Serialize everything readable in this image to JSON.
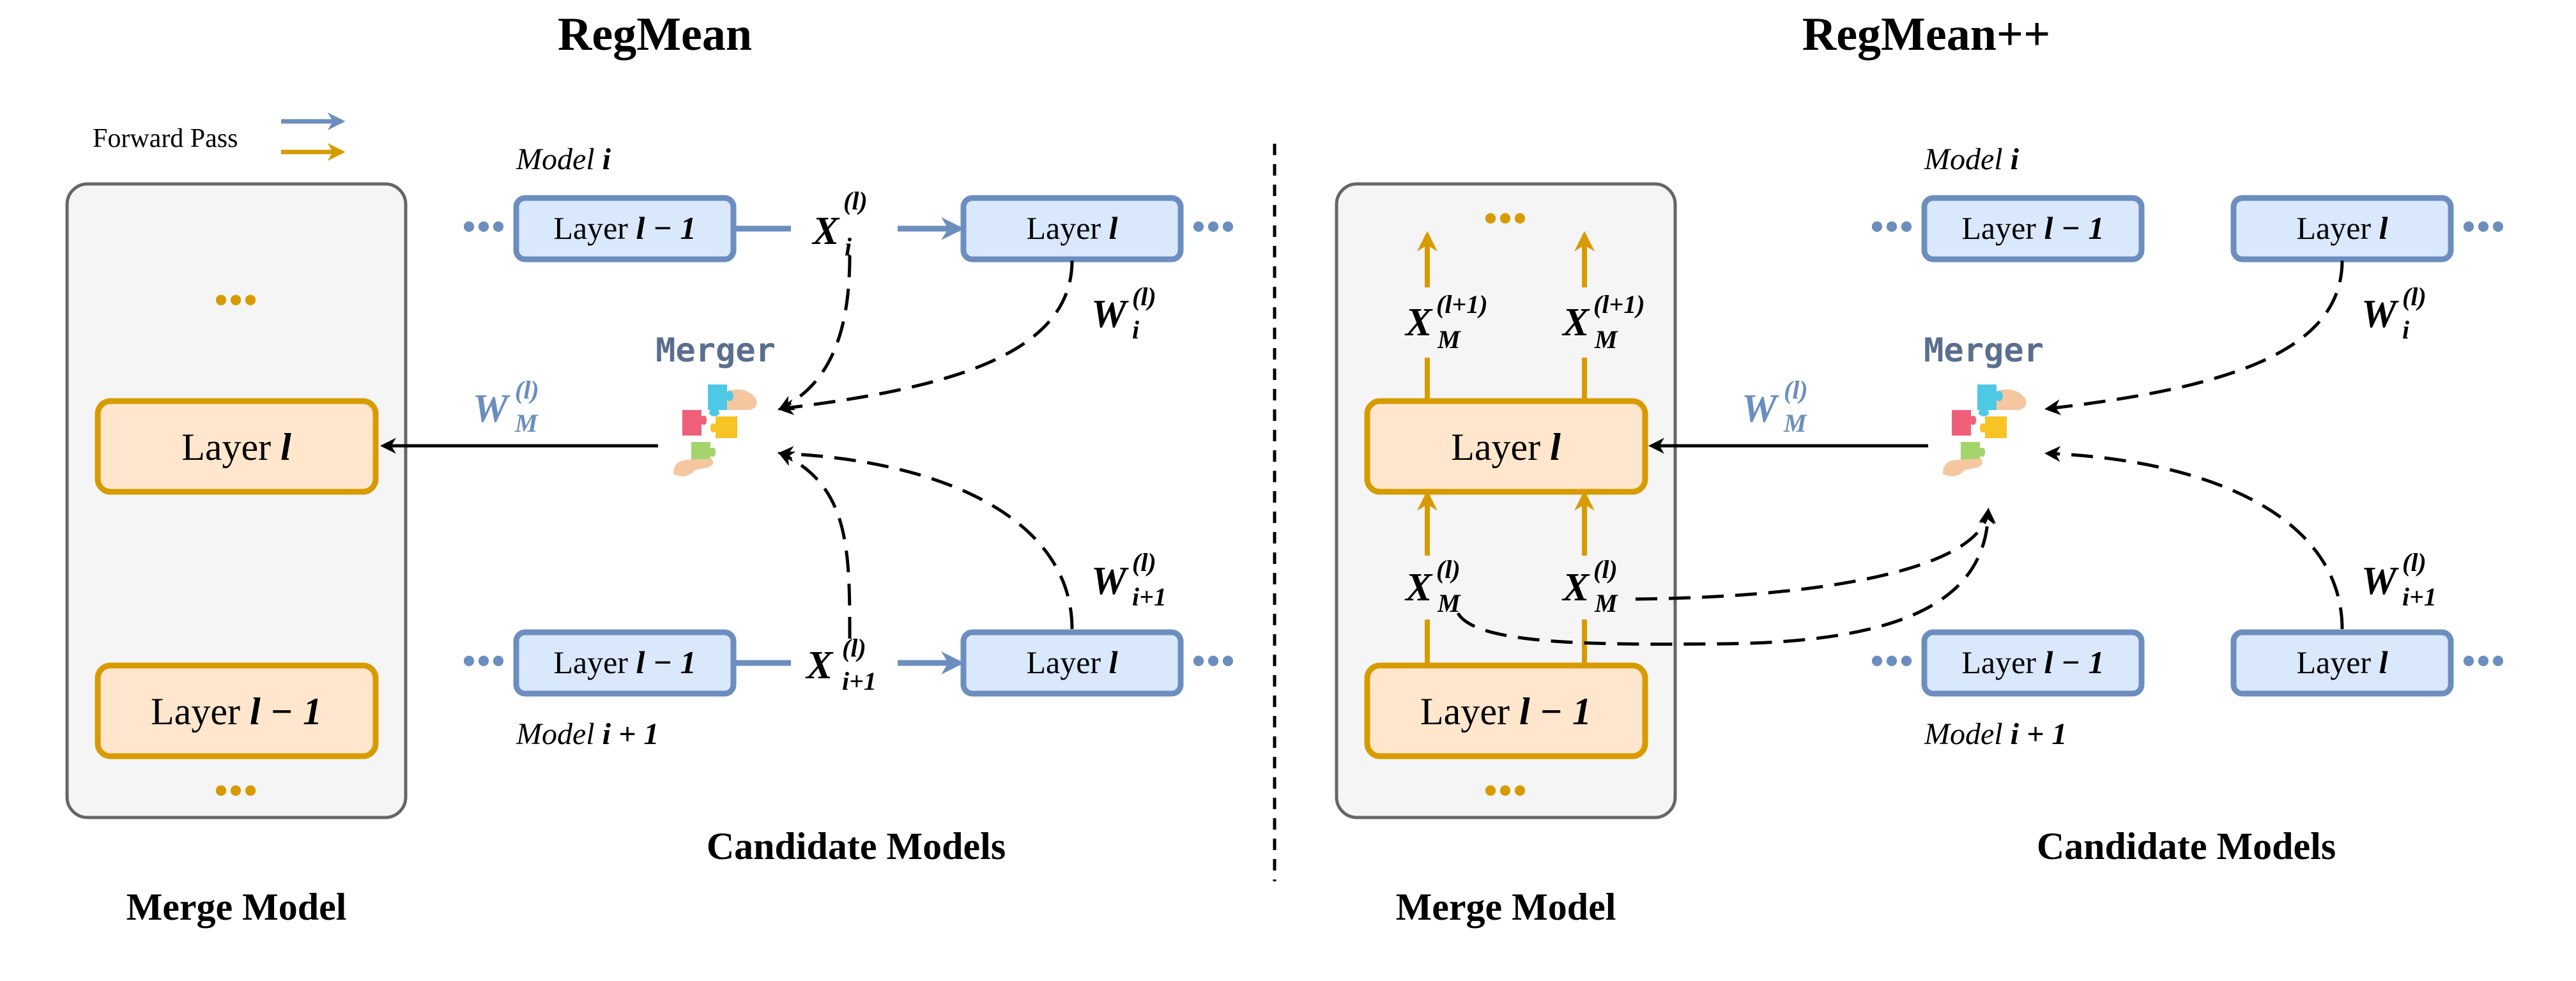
{
  "left": {
    "title": "RegMean",
    "legend": {
      "label": "Forward Pass",
      "colors": [
        "#6c8ebf",
        "#d79b00"
      ]
    },
    "merge_model": {
      "label": "Merge Model",
      "dots": "•••",
      "layer_l": "Layer ",
      "layer_l_var": "l",
      "layer_lm1": "Layer ",
      "layer_lm1_var": "l − 1"
    },
    "candidates": {
      "label": "Candidate Models",
      "model_i": {
        "name": "Model ",
        "name_var": "i",
        "layer_lm1": "Layer ",
        "layer_lm1_var": "l − 1",
        "layer_l": "Layer ",
        "layer_l_var": "l"
      },
      "model_i1": {
        "name": "Model ",
        "name_var": "i + 1",
        "layer_lm1": "Layer ",
        "layer_lm1_var": "l − 1",
        "layer_l": "Layer ",
        "layer_l_var": "l"
      },
      "dots": "•••"
    },
    "merger": "Merger",
    "vars": {
      "X_i": {
        "base": "X",
        "sub": "i",
        "sup": "(l)"
      },
      "X_i1": {
        "base": "X",
        "sub": "i+1",
        "sup": "(l)"
      },
      "W_i": {
        "base": "W",
        "sub": "i",
        "sup": "(l)"
      },
      "W_i1": {
        "base": "W",
        "sub": "i+1",
        "sup": "(l)"
      },
      "W_M": {
        "base": "W",
        "sub": "M",
        "sup": "(l)"
      }
    }
  },
  "right": {
    "title": "RegMean++",
    "merge_model": {
      "label": "Merge Model",
      "dots": "•••",
      "layer_l": "Layer ",
      "layer_l_var": "l",
      "layer_lm1": "Layer ",
      "layer_lm1_var": "l − 1"
    },
    "candidates": {
      "label": "Candidate Models",
      "model_i": {
        "name": "Model ",
        "name_var": "i",
        "layer_lm1": "Layer ",
        "layer_lm1_var": "l − 1",
        "layer_l": "Layer ",
        "layer_l_var": "l"
      },
      "model_i1": {
        "name": "Model ",
        "name_var": "i + 1",
        "layer_lm1": "Layer ",
        "layer_lm1_var": "l − 1",
        "layer_l": "Layer ",
        "layer_l_var": "l"
      },
      "dots": "•••"
    },
    "merger": "Merger",
    "vars": {
      "X_M_l1": {
        "base": "X",
        "sub": "M",
        "sup": "(l+1)"
      },
      "X_M_l": {
        "base": "X",
        "sub": "M",
        "sup": "(l)"
      },
      "W_i": {
        "base": "W",
        "sub": "i",
        "sup": "(l)"
      },
      "W_i1": {
        "base": "W",
        "sub": "i+1",
        "sup": "(l)"
      },
      "W_M": {
        "base": "W",
        "sub": "M",
        "sup": "(l)"
      }
    }
  },
  "colors": {
    "candidate_fill": "#dae8fc",
    "candidate_stroke": "#6c8ebf",
    "merge_fill": "#ffe6cc",
    "merge_stroke": "#d79b00",
    "panel_fill": "#f5f5f5"
  }
}
